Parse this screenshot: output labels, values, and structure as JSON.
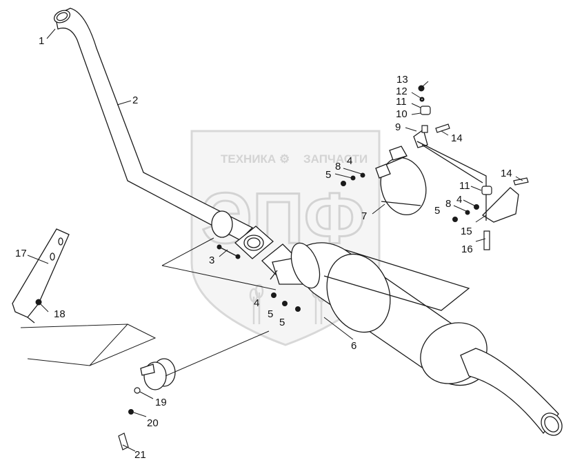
{
  "watermark": {
    "left_word": "ТЕХНИКА",
    "right_word": "ЗАПЧАСТИ",
    "logo": "ЭПФ"
  },
  "callouts": [
    {
      "id": "1",
      "label": "1"
    },
    {
      "id": "2",
      "label": "2"
    },
    {
      "id": "3",
      "label": "3"
    },
    {
      "id": "4a",
      "label": "4"
    },
    {
      "id": "4b",
      "label": "4"
    },
    {
      "id": "4c",
      "label": "4"
    },
    {
      "id": "5a",
      "label": "5"
    },
    {
      "id": "5b",
      "label": "5"
    },
    {
      "id": "5c",
      "label": "5"
    },
    {
      "id": "5d",
      "label": "5"
    },
    {
      "id": "6",
      "label": "6"
    },
    {
      "id": "7",
      "label": "7"
    },
    {
      "id": "8a",
      "label": "8"
    },
    {
      "id": "8b",
      "label": "8"
    },
    {
      "id": "9",
      "label": "9"
    },
    {
      "id": "10",
      "label": "10"
    },
    {
      "id": "11a",
      "label": "11"
    },
    {
      "id": "11b",
      "label": "11"
    },
    {
      "id": "12",
      "label": "12"
    },
    {
      "id": "13",
      "label": "13"
    },
    {
      "id": "14a",
      "label": "14"
    },
    {
      "id": "14b",
      "label": "14"
    },
    {
      "id": "15",
      "label": "15"
    },
    {
      "id": "16",
      "label": "16"
    },
    {
      "id": "17",
      "label": "17"
    },
    {
      "id": "18",
      "label": "18"
    },
    {
      "id": "19",
      "label": "19"
    },
    {
      "id": "20",
      "label": "20"
    },
    {
      "id": "21",
      "label": "21"
    }
  ]
}
